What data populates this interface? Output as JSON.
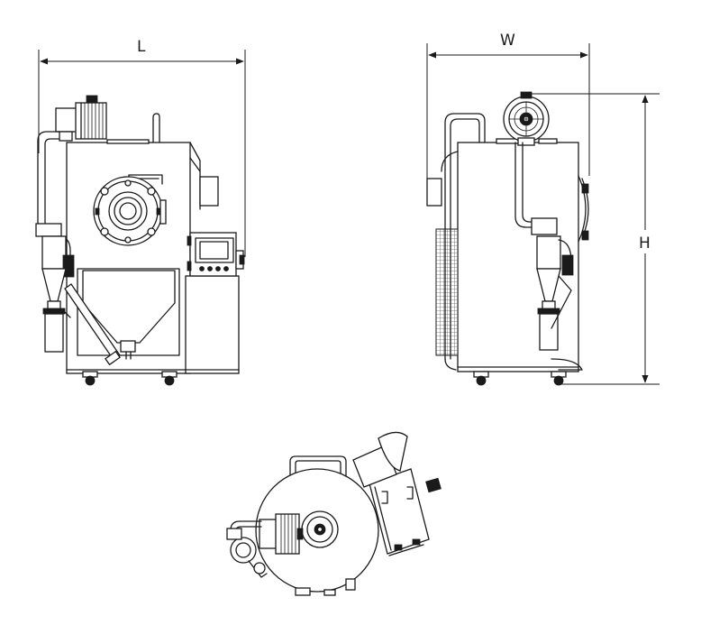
{
  "drawing": {
    "dimension_labels": {
      "length": "L",
      "width": "W",
      "height": "H"
    }
  }
}
